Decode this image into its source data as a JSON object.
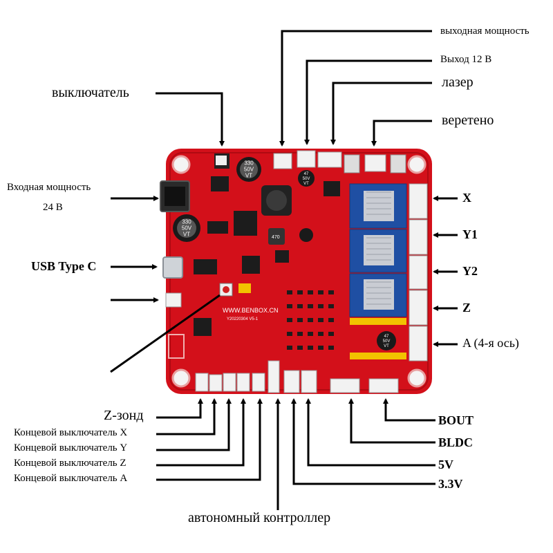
{
  "labels": {
    "output_power": "выходная мощность",
    "output_12v": "Выход 12 В",
    "laser": "лазер",
    "spindle": "веретено",
    "switch": "выключатель",
    "input_power": "Входная мощность",
    "input_24v": "24 В",
    "usb": "USB Type C",
    "axis_x": "X",
    "axis_y1": "Y1",
    "axis_y2": "Y2",
    "axis_z": "Z",
    "axis_a": "A  (4-я ось)",
    "z_probe": "Z-зонд",
    "limit_x": "Концевой выключатель X",
    "limit_y": "Концевой выключатель Y",
    "limit_z": "Концевой выключатель Z",
    "limit_a": "Концевой выключатель A",
    "offline_controller": "автономный контроллер",
    "bout": "BOUT",
    "bldc": "BLDC",
    "v5": "5V",
    "v33": "3.3V"
  },
  "board": {
    "site": "WWW.BENBOX.CN",
    "model": "Y20220304  V5-1",
    "cap_large": [
      "330",
      "50V",
      "VT"
    ],
    "cap_small": [
      "47",
      "50V",
      "VT"
    ],
    "inductor": "470"
  },
  "colors": {
    "board_red": "#d3101a",
    "driver_blue": "#1f4fa3",
    "heatsink": "#c9ccd3",
    "connector": "#f2f2f2",
    "header_yellow": "#f2c300",
    "line": "#000000"
  }
}
